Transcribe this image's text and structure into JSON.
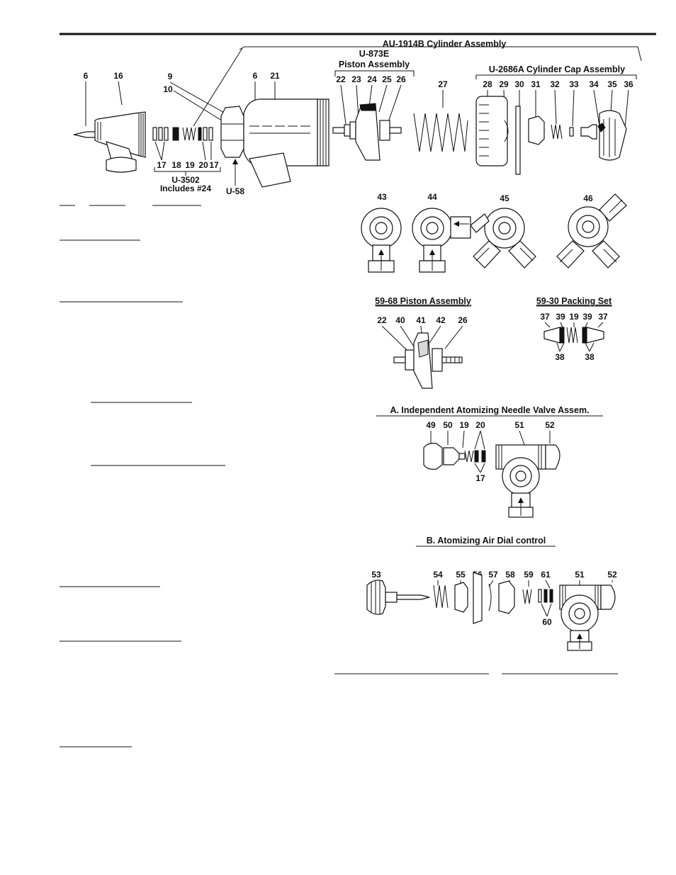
{
  "main": {
    "assembly_title": "AU-1914B Cylinder Assembly",
    "piston_title_1": "U-873E",
    "piston_title_2": "Piston Assembly",
    "cap_title": "U-2686A Cylinder Cap Assembly",
    "kit_title_1": "U-3502",
    "kit_title_2": "Includes #24",
    "u58": "U-58",
    "labels": {
      "n6a": "6",
      "n16": "16",
      "n9": "9",
      "n10": "10",
      "n6b": "6",
      "n21": "21",
      "n22": "22",
      "n23": "23",
      "n24": "24",
      "n25": "25",
      "n26": "26",
      "n27": "27",
      "n28": "28",
      "n29": "29",
      "n30": "30",
      "n31": "31",
      "n32": "32",
      "n33": "33",
      "n34": "34",
      "n35": "35",
      "n36": "36",
      "n17a": "17",
      "n18": "18",
      "n19": "19",
      "n20": "20",
      "n17b": "17"
    }
  },
  "bodies": {
    "n43": "43",
    "n44": "44",
    "n45": "45",
    "n46": "46"
  },
  "piston_assembly": {
    "title": "59-68 Piston Assembly",
    "labels": {
      "n22": "22",
      "n40": "40",
      "n41": "41",
      "n42": "42",
      "n26": "26"
    }
  },
  "packing_set": {
    "title": "59-30 Packing Set",
    "labels": {
      "n37a": "37",
      "n39a": "39",
      "n19": "19",
      "n39b": "39",
      "n37b": "37",
      "n38a": "38",
      "n38b": "38"
    }
  },
  "needle_valve": {
    "title": "A.  Independent Atomizing Needle Valve Assem.",
    "labels": {
      "n49": "49",
      "n50": "50",
      "n19": "19",
      "n20": "20",
      "n51": "51",
      "n52": "52",
      "n17": "17"
    }
  },
  "dial_control": {
    "title": "B.  Atomizing Air Dial control",
    "labels": {
      "n53": "53",
      "n54": "54",
      "n55": "55",
      "n56": "56",
      "n57": "57",
      "n58": "58",
      "n59": "59",
      "n61": "61",
      "n51": "51",
      "n52": "52",
      "n60": "60"
    }
  }
}
